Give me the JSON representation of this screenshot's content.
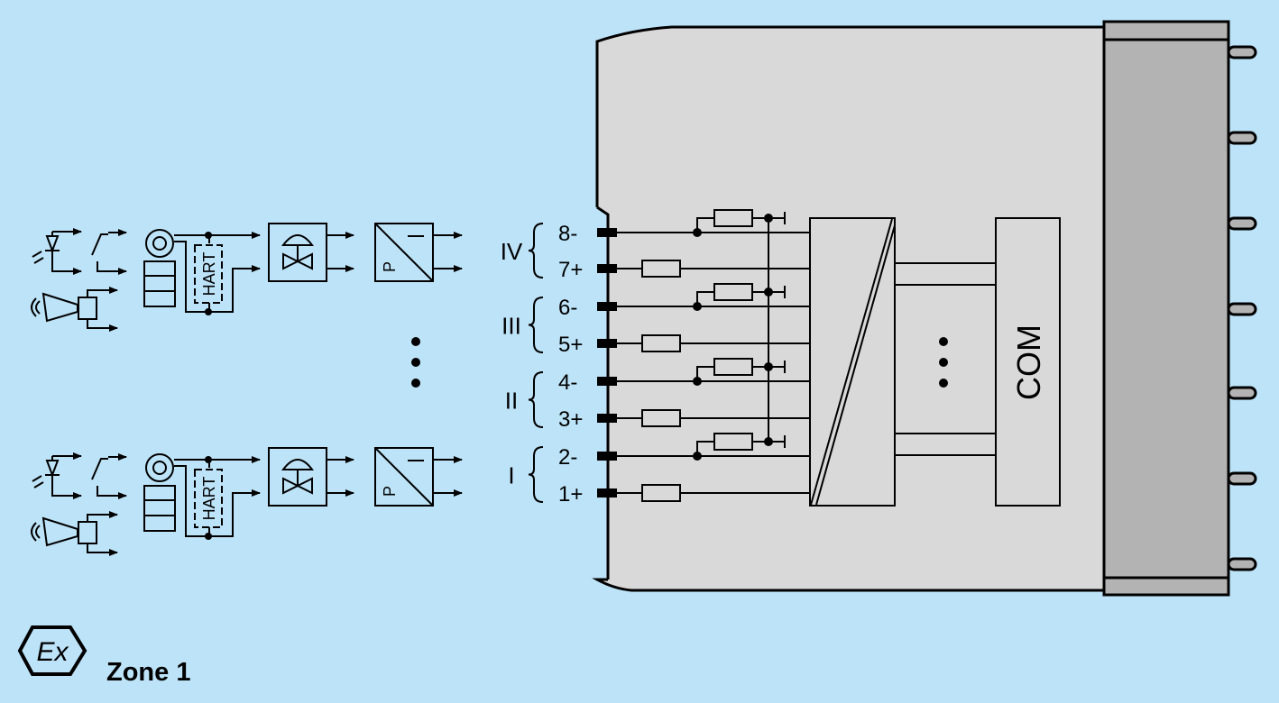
{
  "colors": {
    "background": "#bde3f8",
    "module_body": "#d9d9d9",
    "connector": "#b3b3b3",
    "line": "#000000"
  },
  "field_devices": {
    "hart_label": "HART",
    "converter_p": "P",
    "converter_i": "I",
    "ellipsis": "more channels"
  },
  "terminals": {
    "channels": [
      {
        "roman": "IV",
        "neg": "8-",
        "pos": "7+"
      },
      {
        "roman": "III",
        "neg": "6-",
        "pos": "5+"
      },
      {
        "roman": "II",
        "neg": "4-",
        "pos": "3+"
      },
      {
        "roman": "I",
        "neg": "2-",
        "pos": "1+"
      }
    ]
  },
  "module": {
    "com_label": "COM"
  },
  "footer": {
    "ex_symbol": "Ex",
    "zone_label": "Zone 1"
  }
}
